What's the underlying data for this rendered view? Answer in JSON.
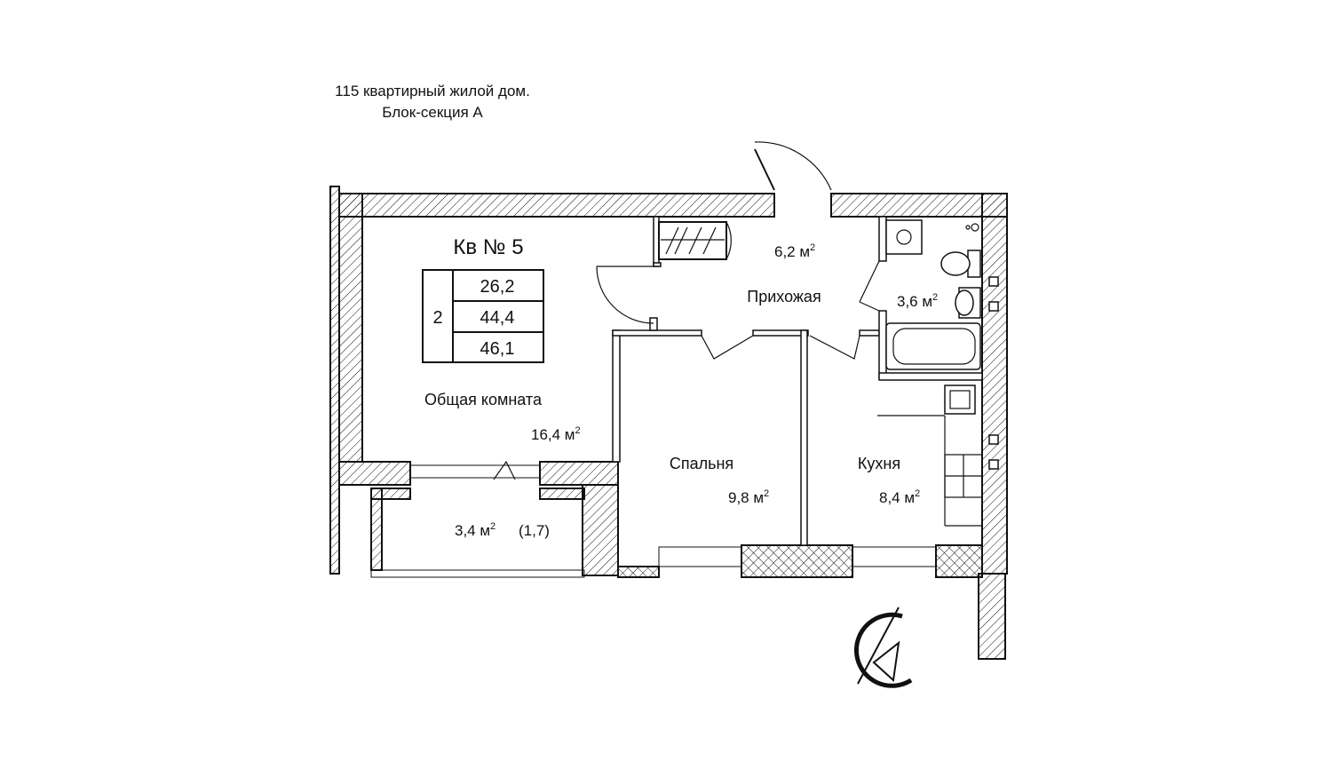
{
  "header": {
    "line1": "115 квартирный жилой дом.",
    "line2": "Блок-секция А"
  },
  "apartment": {
    "label": "Кв № 5",
    "rooms_count": "2",
    "areas": [
      "26,2",
      "44,4",
      "46,1"
    ]
  },
  "rooms": {
    "living": {
      "name": "Общая комната",
      "area": "16,4 м",
      "unit_power": "2"
    },
    "hallway": {
      "name": "Прихожая",
      "area": "6,2 м",
      "unit_power": "2"
    },
    "bathroom": {
      "area": "3,6 м",
      "unit_power": "2"
    },
    "bedroom": {
      "name": "Спальня",
      "area": "9,8 м",
      "unit_power": "2"
    },
    "kitchen": {
      "name": "Кухня",
      "area": "8,4 м",
      "unit_power": "2"
    },
    "balcony": {
      "area": "3,4 м",
      "unit_power": "2",
      "reduced": "(1,7)"
    }
  },
  "compass": {
    "icon": "north-compass-icon"
  },
  "colors": {
    "ink": "#111111",
    "background": "#ffffff"
  }
}
